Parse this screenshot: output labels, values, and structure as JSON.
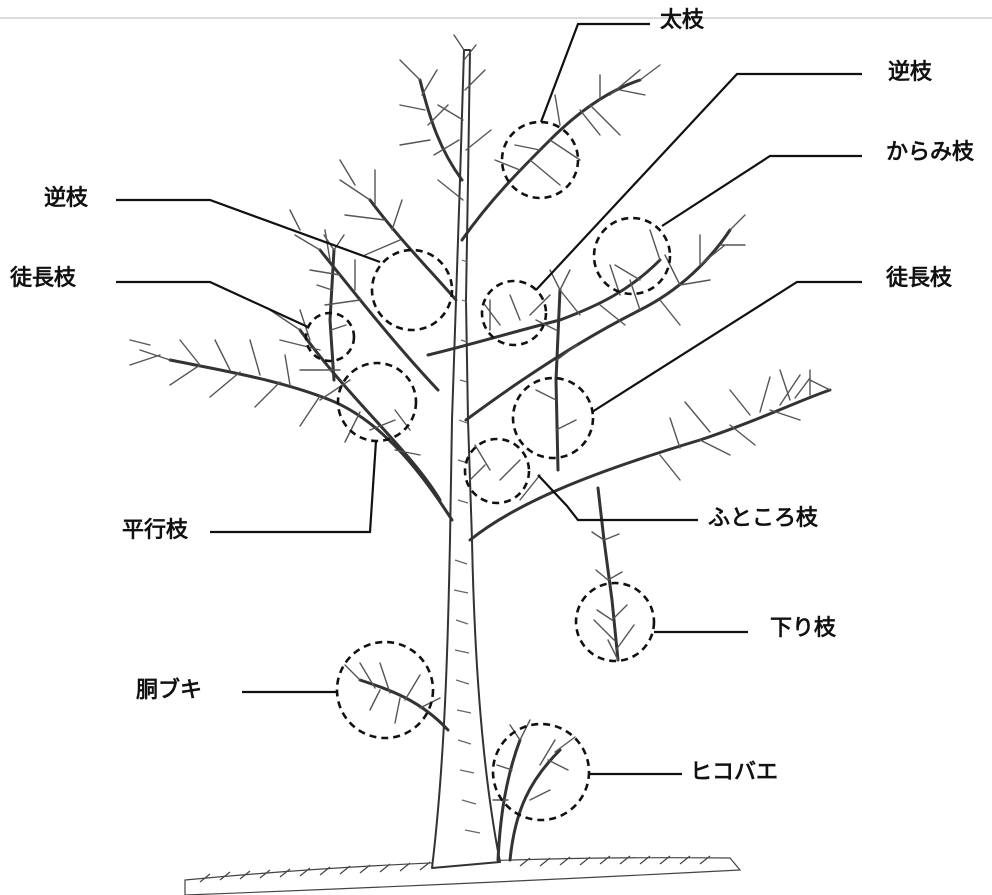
{
  "labels": {
    "futoeda": "太枝",
    "sakaeda_right": "逆枝",
    "karamieda": "からみ枝",
    "sakaeda_left": "逆枝",
    "tochoshi_left": "徒長枝",
    "tochoshi_right": "徒長枝",
    "heikoshi": "平行枝",
    "futokoroeda": "ふところ枝",
    "sagarieda": "下り枝",
    "dobuki": "胴ブキ",
    "hikobae": "ヒコバエ"
  },
  "colors": {
    "ink": "#111111",
    "line": "#333333",
    "background": "#ffffff"
  }
}
